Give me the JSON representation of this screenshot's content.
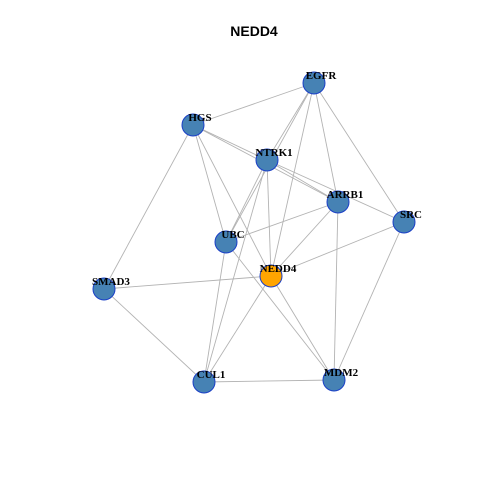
{
  "title": "NEDD4",
  "colors": {
    "node_fill": "#4682b4",
    "node_border": "#1a3fc7",
    "highlight_fill": "#ffa500",
    "edge": "#b3b3b3",
    "background": "#ffffff"
  },
  "nodes": [
    {
      "id": "EGFR",
      "label": "EGFR",
      "highlight": false
    },
    {
      "id": "HGS",
      "label": "HGS",
      "highlight": false
    },
    {
      "id": "NTRK1",
      "label": "NTRK1",
      "highlight": false
    },
    {
      "id": "ARRB1",
      "label": "ARRB1",
      "highlight": false
    },
    {
      "id": "SRC",
      "label": "SRC",
      "highlight": false
    },
    {
      "id": "UBC",
      "label": "UBC",
      "highlight": false
    },
    {
      "id": "NEDD4",
      "label": "NEDD4",
      "highlight": true
    },
    {
      "id": "SMAD3",
      "label": "SMAD3",
      "highlight": false
    },
    {
      "id": "CUL1",
      "label": "CUL1",
      "highlight": false
    },
    {
      "id": "MDM2",
      "label": "MDM2",
      "highlight": false
    }
  ],
  "edges": [
    [
      "HGS",
      "EGFR"
    ],
    [
      "HGS",
      "NTRK1"
    ],
    [
      "HGS",
      "ARRB1"
    ],
    [
      "HGS",
      "UBC"
    ],
    [
      "HGS",
      "SMAD3"
    ],
    [
      "HGS",
      "NEDD4"
    ],
    [
      "EGFR",
      "NTRK1"
    ],
    [
      "EGFR",
      "ARRB1"
    ],
    [
      "EGFR",
      "SRC"
    ],
    [
      "EGFR",
      "UBC"
    ],
    [
      "EGFR",
      "NEDD4"
    ],
    [
      "NTRK1",
      "ARRB1"
    ],
    [
      "NTRK1",
      "SRC"
    ],
    [
      "NTRK1",
      "UBC"
    ],
    [
      "NTRK1",
      "NEDD4"
    ],
    [
      "NTRK1",
      "CUL1"
    ],
    [
      "ARRB1",
      "UBC"
    ],
    [
      "ARRB1",
      "NEDD4"
    ],
    [
      "ARRB1",
      "MDM2"
    ],
    [
      "SRC",
      "NEDD4"
    ],
    [
      "SRC",
      "MDM2"
    ],
    [
      "UBC",
      "CUL1"
    ],
    [
      "UBC",
      "MDM2"
    ],
    [
      "NEDD4",
      "SMAD3"
    ],
    [
      "NEDD4",
      "CUL1"
    ],
    [
      "NEDD4",
      "MDM2"
    ],
    [
      "SMAD3",
      "CUL1"
    ],
    [
      "CUL1",
      "MDM2"
    ]
  ]
}
